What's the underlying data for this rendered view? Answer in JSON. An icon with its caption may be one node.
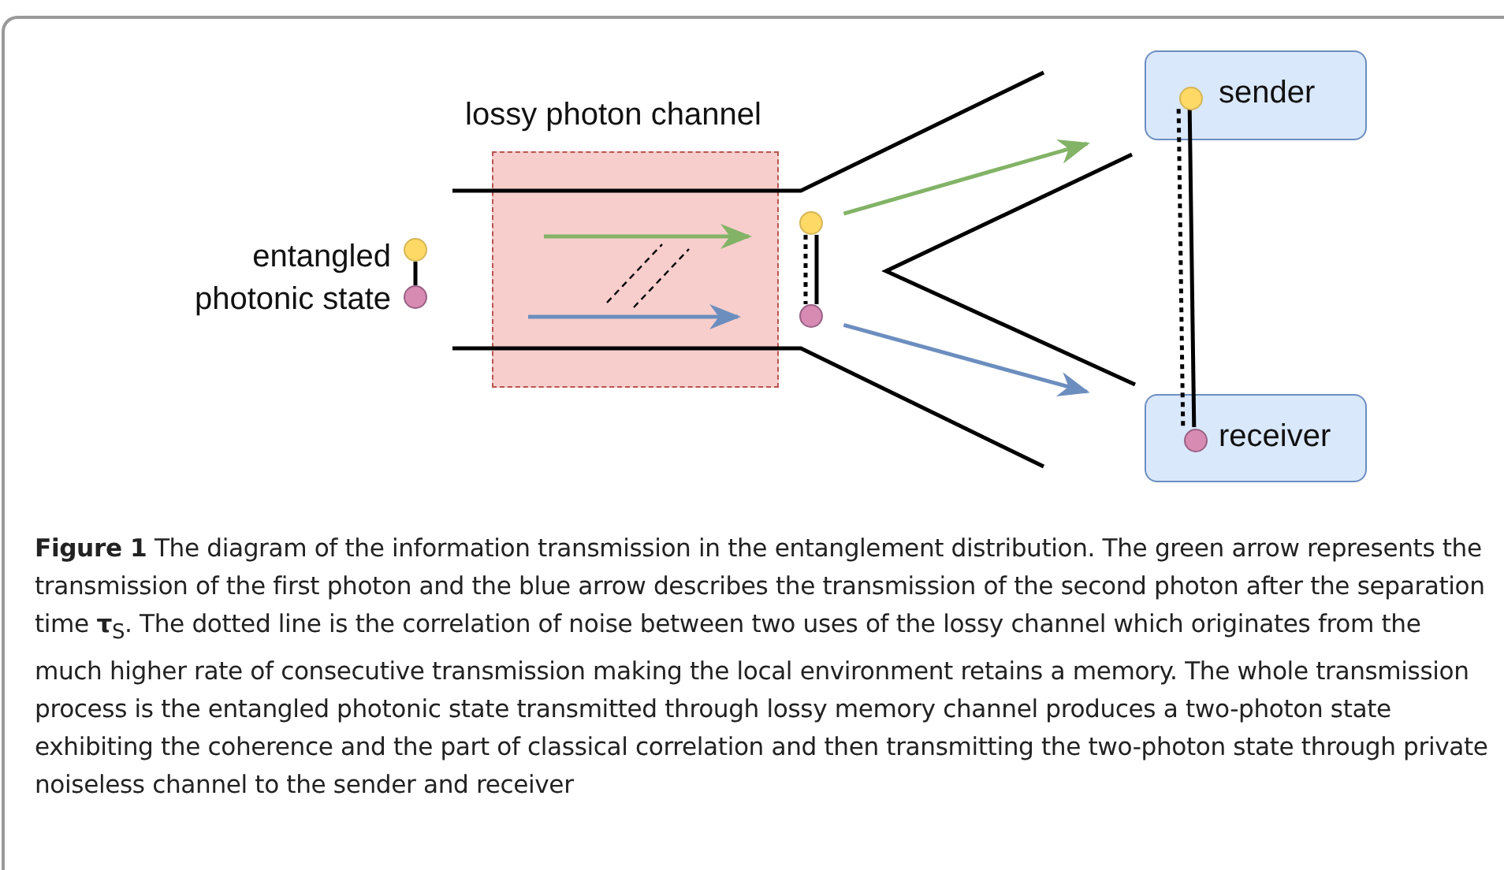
{
  "diagram": {
    "caption": "**Figure 1** The diagram of the information transmission in the entanglement distribution. The green arrow represents the transmission of the first photon and the blue arrow describes the transmission of the second photon after the separation time **τ**$_{S}$. The dotted line is the correlation of noise between two uses of the lossy channel which originates from the much higher rate of consecutive transmission making the local environment retains a memory. The whole transmission process is the entangled photonic state transmitted through lossy memory channel produces a two-photon state exhibiting the coherence and the part of classical correlation and then transmitting the two-photon state through private noiseless channel to the sender and receiver",
    "nodes": [
      {
        "text": [
          "lossy photon channel"
        ]
      },
      {
        "text": [
          "entangled photonic state"
        ]
      },
      {
        "text": [],
        "shape": "circle"
      },
      {
        "text": [],
        "shape": "circle"
      },
      {
        "text": [],
        "shape": "circle"
      },
      {
        "text": [],
        "shape": "circle"
      },
      {
        "text": [
          "sender"
        ]
      },
      {
        "text": [
          "receiver"
        ]
      },
      {
        "text": [],
        "shape": "circle",
        "in": 6
      },
      {
        "text": [],
        "shape": "circle",
        "in": 7
      }
    ],
    "edges": [
      {
        "from": 2,
        "to": 3,
        "arrow": "none"
      },
      {
        "from": 4,
        "to": 5,
        "arrow": "none"
      },
      {
        "from": 4,
        "to": 5,
        "arrow": "none",
        "style": "dashed"
      },
      {
        "from": 8,
        "to": 9,
        "arrow": "none"
      },
      {
        "from": 8,
        "to": 9,
        "arrow": "none",
        "style": "dashed"
      },
      {
        "from": 4,
        "to": 6,
        "arrow": "to",
        "color": "#82b366"
      },
      {
        "from": 5,
        "to": 7,
        "arrow": "to",
        "color": "#6c8ebf"
      }
    ]
  }
}
